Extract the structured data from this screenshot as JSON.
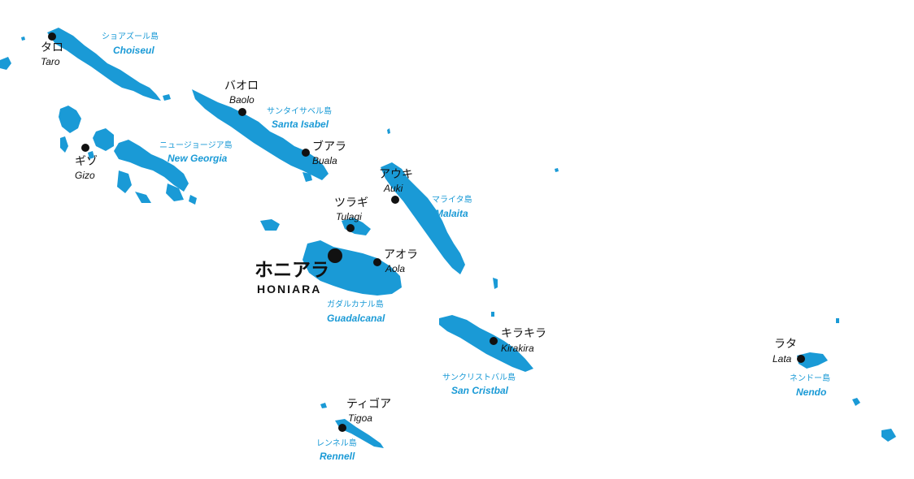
{
  "map": {
    "land_color": "#1a9ad6",
    "text_color": "#111111",
    "capital": {
      "name_jp": "ホニアラ",
      "name_en": "HONIARA"
    },
    "towns": [
      {
        "id": "taro",
        "name_jp": "タロ",
        "name_en": "Taro"
      },
      {
        "id": "baolo",
        "name_jp": "バオロ",
        "name_en": "Baolo"
      },
      {
        "id": "buala",
        "name_jp": "ブアラ",
        "name_en": "Buala"
      },
      {
        "id": "gizo",
        "name_jp": "ギゾ",
        "name_en": "Gizo"
      },
      {
        "id": "auki",
        "name_jp": "アウキ",
        "name_en": "Auki"
      },
      {
        "id": "tulagi",
        "name_jp": "ツラギ",
        "name_en": "Tulagi"
      },
      {
        "id": "aola",
        "name_jp": "アオラ",
        "name_en": "Aola"
      },
      {
        "id": "kirakira",
        "name_jp": "キラキラ",
        "name_en": "Kirakira"
      },
      {
        "id": "lata",
        "name_jp": "ラタ",
        "name_en": "Lata"
      },
      {
        "id": "tigoa",
        "name_jp": "ティゴア",
        "name_en": "Tigoa"
      }
    ],
    "islands": [
      {
        "id": "choiseul",
        "name_jp": "ショアズール島",
        "name_en": "Choiseul"
      },
      {
        "id": "santa-isabel",
        "name_jp": "サンタイサベル島",
        "name_en": "Santa Isabel"
      },
      {
        "id": "new-georgia",
        "name_jp": "ニュージョージア島",
        "name_en": "New Georgia"
      },
      {
        "id": "malaita",
        "name_jp": "マライタ島",
        "name_en": "Malaita"
      },
      {
        "id": "guadalcanal",
        "name_jp": "ガダルカナル島",
        "name_en": "Guadalcanal"
      },
      {
        "id": "san-cristbal",
        "name_jp": "サンクリストバル島",
        "name_en": "San Cristbal"
      },
      {
        "id": "nendo",
        "name_jp": "ネンドー島",
        "name_en": "Nendo"
      },
      {
        "id": "rennell",
        "name_jp": "レンネル島",
        "name_en": "Rennell"
      }
    ]
  }
}
